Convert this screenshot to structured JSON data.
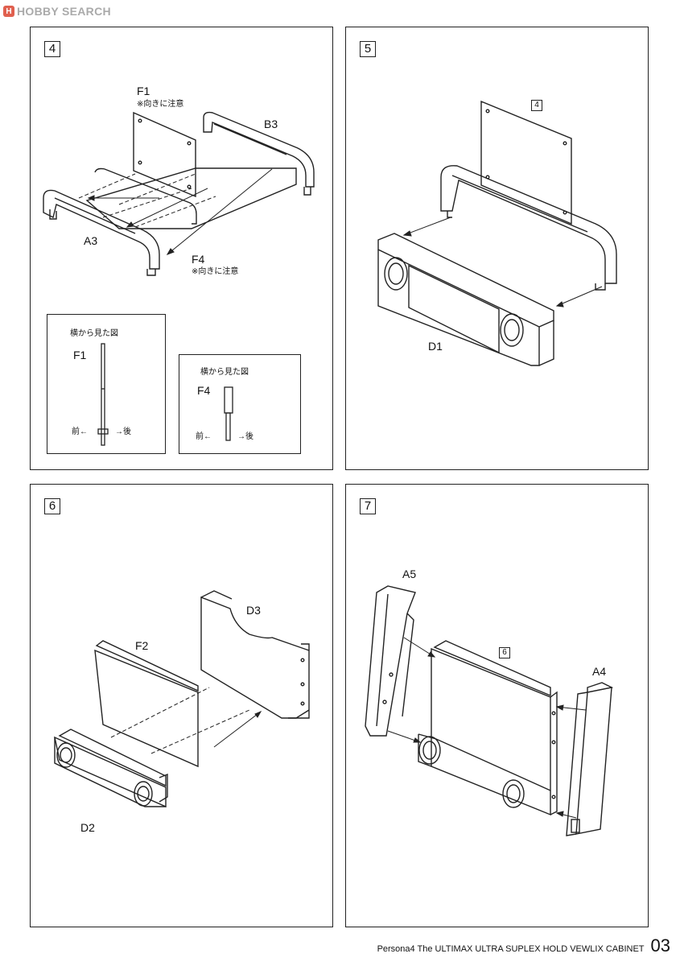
{
  "site": {
    "logo_mark": "H",
    "logo_text": "HOBBY SEARCH"
  },
  "steps": [
    {
      "number": "4",
      "parts": {
        "f1": "F1",
        "b3": "B3",
        "a3": "A3",
        "f4": "F4"
      },
      "note": "※向きに注意",
      "side_views": [
        {
          "title": "横から見た図",
          "part": "F1",
          "front": "前←",
          "back": "→後"
        },
        {
          "title": "横から見た図",
          "part": "F4",
          "front": "前←",
          "back": "→後"
        }
      ]
    },
    {
      "number": "5",
      "ref": "4",
      "parts": {
        "d1": "D1"
      }
    },
    {
      "number": "6",
      "parts": {
        "f2": "F2",
        "d3": "D3",
        "d2": "D2"
      }
    },
    {
      "number": "7",
      "ref": "6",
      "parts": {
        "a5": "A5",
        "a4": "A4"
      }
    }
  ],
  "footer": {
    "title": "Persona4 The ULTIMAX ULTRA SUPLEX HOLD VEWLIX CABINET",
    "page": "03"
  },
  "icons": [
    "logo-mark-icon"
  ]
}
